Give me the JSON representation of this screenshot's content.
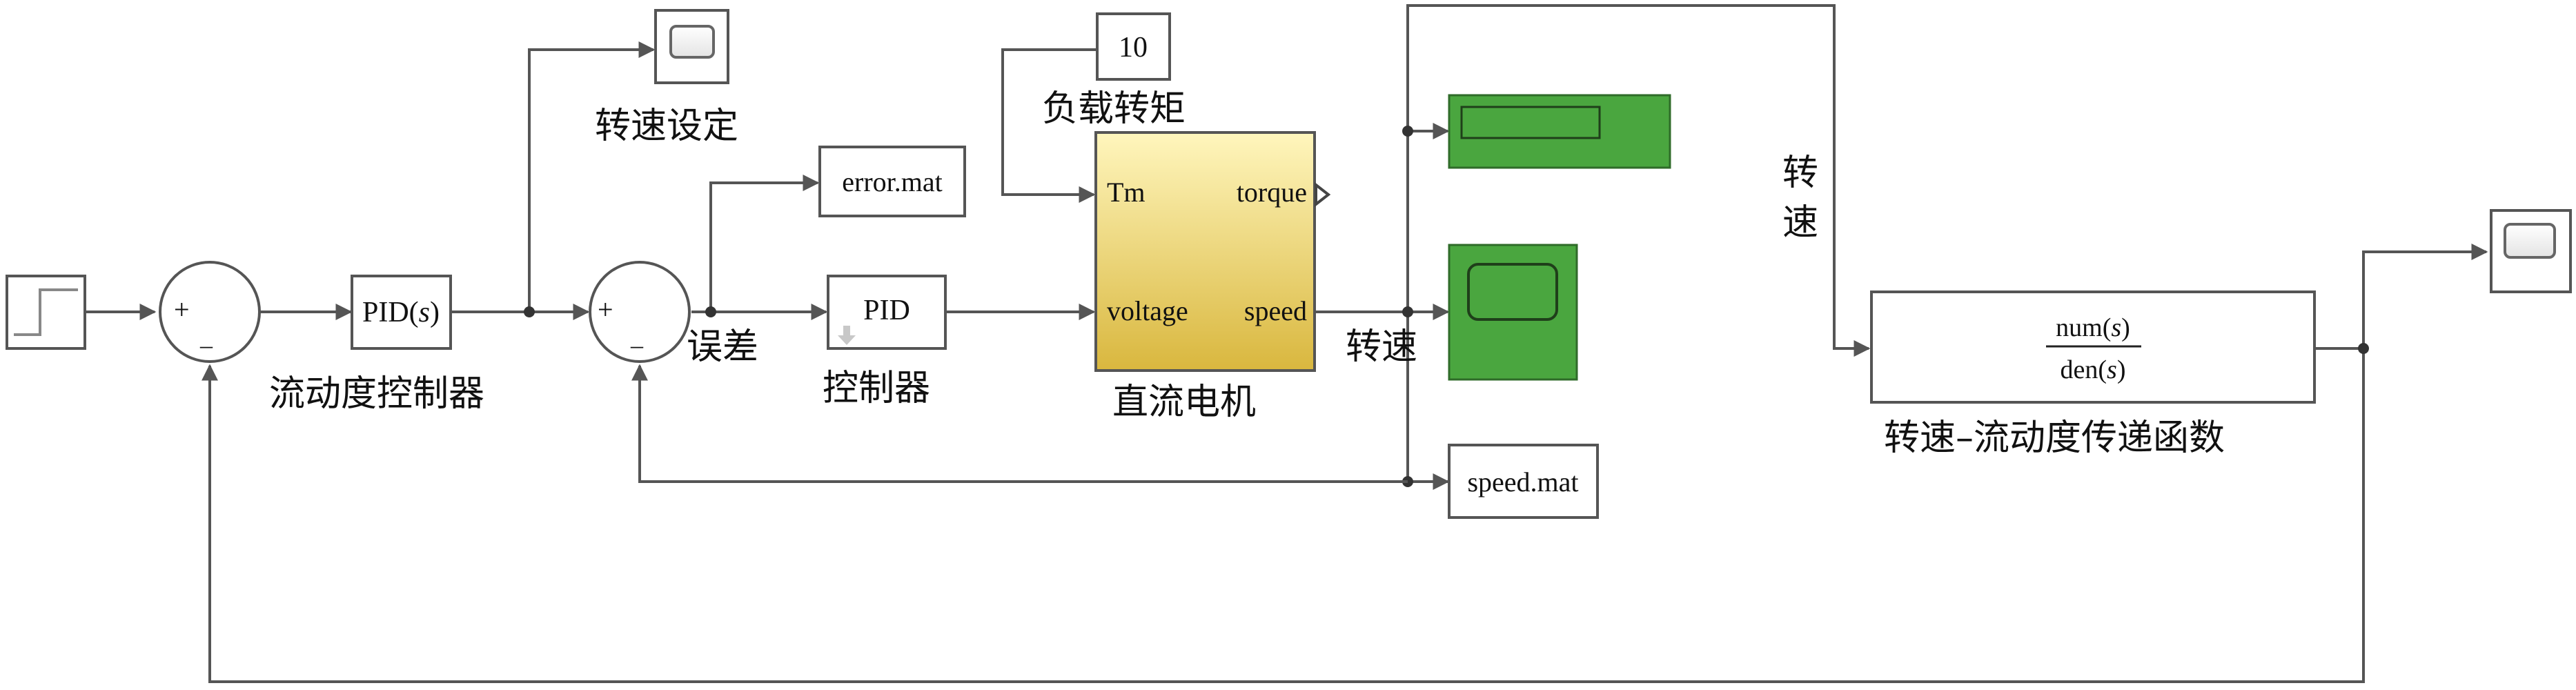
{
  "blocks": {
    "pid_flow": {
      "prefix": "PID(",
      "var": "s",
      "suffix": ")"
    },
    "pid_speed": {
      "label": "PID"
    },
    "load_const": {
      "value": "10"
    },
    "motor": {
      "port_tm": "Tm",
      "port_voltage": "voltage",
      "port_torque": "torque",
      "port_speed": "speed"
    },
    "error_file": {
      "label": "error.mat"
    },
    "speed_file": {
      "label": "speed.mat"
    },
    "transfer_fn": {
      "num_prefix": "num(",
      "num_var": "s",
      "num_suffix": ")",
      "den_prefix": "den(",
      "den_var": "s",
      "den_suffix": ")"
    },
    "sum_signs": {
      "plus": "+",
      "minus": "–"
    }
  },
  "labels": {
    "speed_setting": "转速设定",
    "flow_controller": "流动度控制器",
    "error": "误差",
    "controller": "控制器",
    "load_torque": "负载转矩",
    "dc_motor": "直流电机",
    "speed_signal": "转速",
    "speed_v1": "转",
    "speed_v2": "速",
    "tf_caption": "转速–流动度传递函数"
  },
  "colors": {
    "scope_green": "#4aa63f",
    "motor_top": "#fff6bd",
    "motor_bottom": "#d9b73e",
    "wire": "#555555"
  }
}
